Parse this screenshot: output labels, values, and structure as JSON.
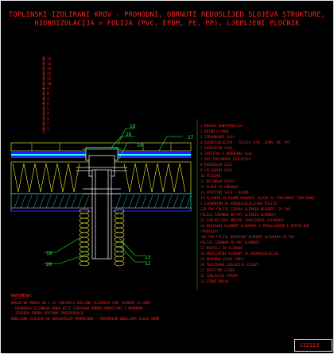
{
  "title": {
    "line1": "TOPLINSKI IZOLIRANI KROV - PROHODNI, OBRNUTI REDOSLIJED SLOJEVA STRUKTURE,",
    "line2": "HIDROIZOLACIJA = FOLIJA (PVC, EPDM, PE, PP), LJEPLJENI PLOČNIK"
  },
  "scale_labels": [
    "15",
    "14",
    "13",
    "12",
    "11",
    "10",
    "9",
    "8",
    "7",
    "6",
    "5",
    "4",
    "3",
    "2",
    "1"
  ],
  "callouts": {
    "c18": "18",
    "c16": "16",
    "c14": "14",
    "c17": "17",
    "c19": "19",
    "c20": "20",
    "c13": "13",
    "c12": "12"
  },
  "legend": [
    "1 NOSIVA KONSTRUKCIJA",
    "2 BETON U PADU",
    "3 IZRAVNAVNI SLOJ",
    "4 HIDROIZOLACIJA - FOLIJA (PVC, EPDM, PE, PP)",
    "5 RAZDJELNI SLOJ",
    "6 ZAŠTITNI I DRENAŽNI SLOJ",
    "7 XPS TOPLINSKA IZOLACIJA",
    "8 RAZDJELNI SLOJ",
    "9 FILTARSKI SLOJ",
    "10 PIJESAK",
    "11 BETONSKA PLOČA",
    "12 PLOČE ZA HODANJE",
    "13 ZAŠTITNI SLOJ - RAZNO",
    "14 SLIVNIK ZA RAVNE KROVOVE (KLASE B) TOPLINSKI IZOLIRANI",
    "   S ELEMENTOM ZA HIDROIZOLACIJSKU FOLIJU",
    "   (ZA PVC FOLIJE IZRADA SLIVNIK HELBERT, ZA PVC",
    "   FOLIJE IZRAĐEN OD PVC SLIVNIK ELEMENT)",
    "15 IZOLACIJSKI UMETAK (PODIZANJE SLIVNIKA)",
    "16 NASTAVNI ELEMENT SLIVNIKA S PRIKLJUČKOM I ROŠTILJEM",
    "   (PODESIV)",
    "   (ZA PVC FOLIJE NASTAVNI ELEMENT SLIVNIKA ZA PVC",
    "   FOLIJE IZRAĐEN OD PVC ELEMENT)",
    "17 ROŠTILJ ZA SLIVNIK",
    "18 PRIKLJUČNI ELEMENT ZA HIDROIZOLACIJU",
    "19 ODVODNA CIJEV (PVC)",
    "20 TOPLINSKA IZOLACIJA CIJEVI",
    "21 ZAŠTITNA CIJEV",
    "22 IZOLACIJA STROPA",
    "23 ZIDNI OBLOG"
  ],
  "notes": {
    "title": "NAPOMENA:",
    "lines": [
      "NAGIB NE MANJI OD 1,5% (NAJVEĆA DULJINA SLIVNIKA 15M, RAZMAK 15-20M)",
      "- ODVODNJA SLIVNIKA MORA BITI IZVEDENA PREMA PROPISIMA I NORMAMA",
      "- IZVEDBA PREMA UPUTAMA PROIZVOĐAČA",
      "DEBLJINE SLOJEVA DA ODGOVARAJU PRORAČUNU - MINIMALNA DEBLJINA SLOJA 50MM"
    ]
  },
  "drawing_code": "132113",
  "colors": {
    "red": "#ff2020",
    "yellow": "#ffff30",
    "green": "#20ff40",
    "blue": "#2020ff",
    "cyan": "#30ffff",
    "white": "#e8e8e8"
  }
}
